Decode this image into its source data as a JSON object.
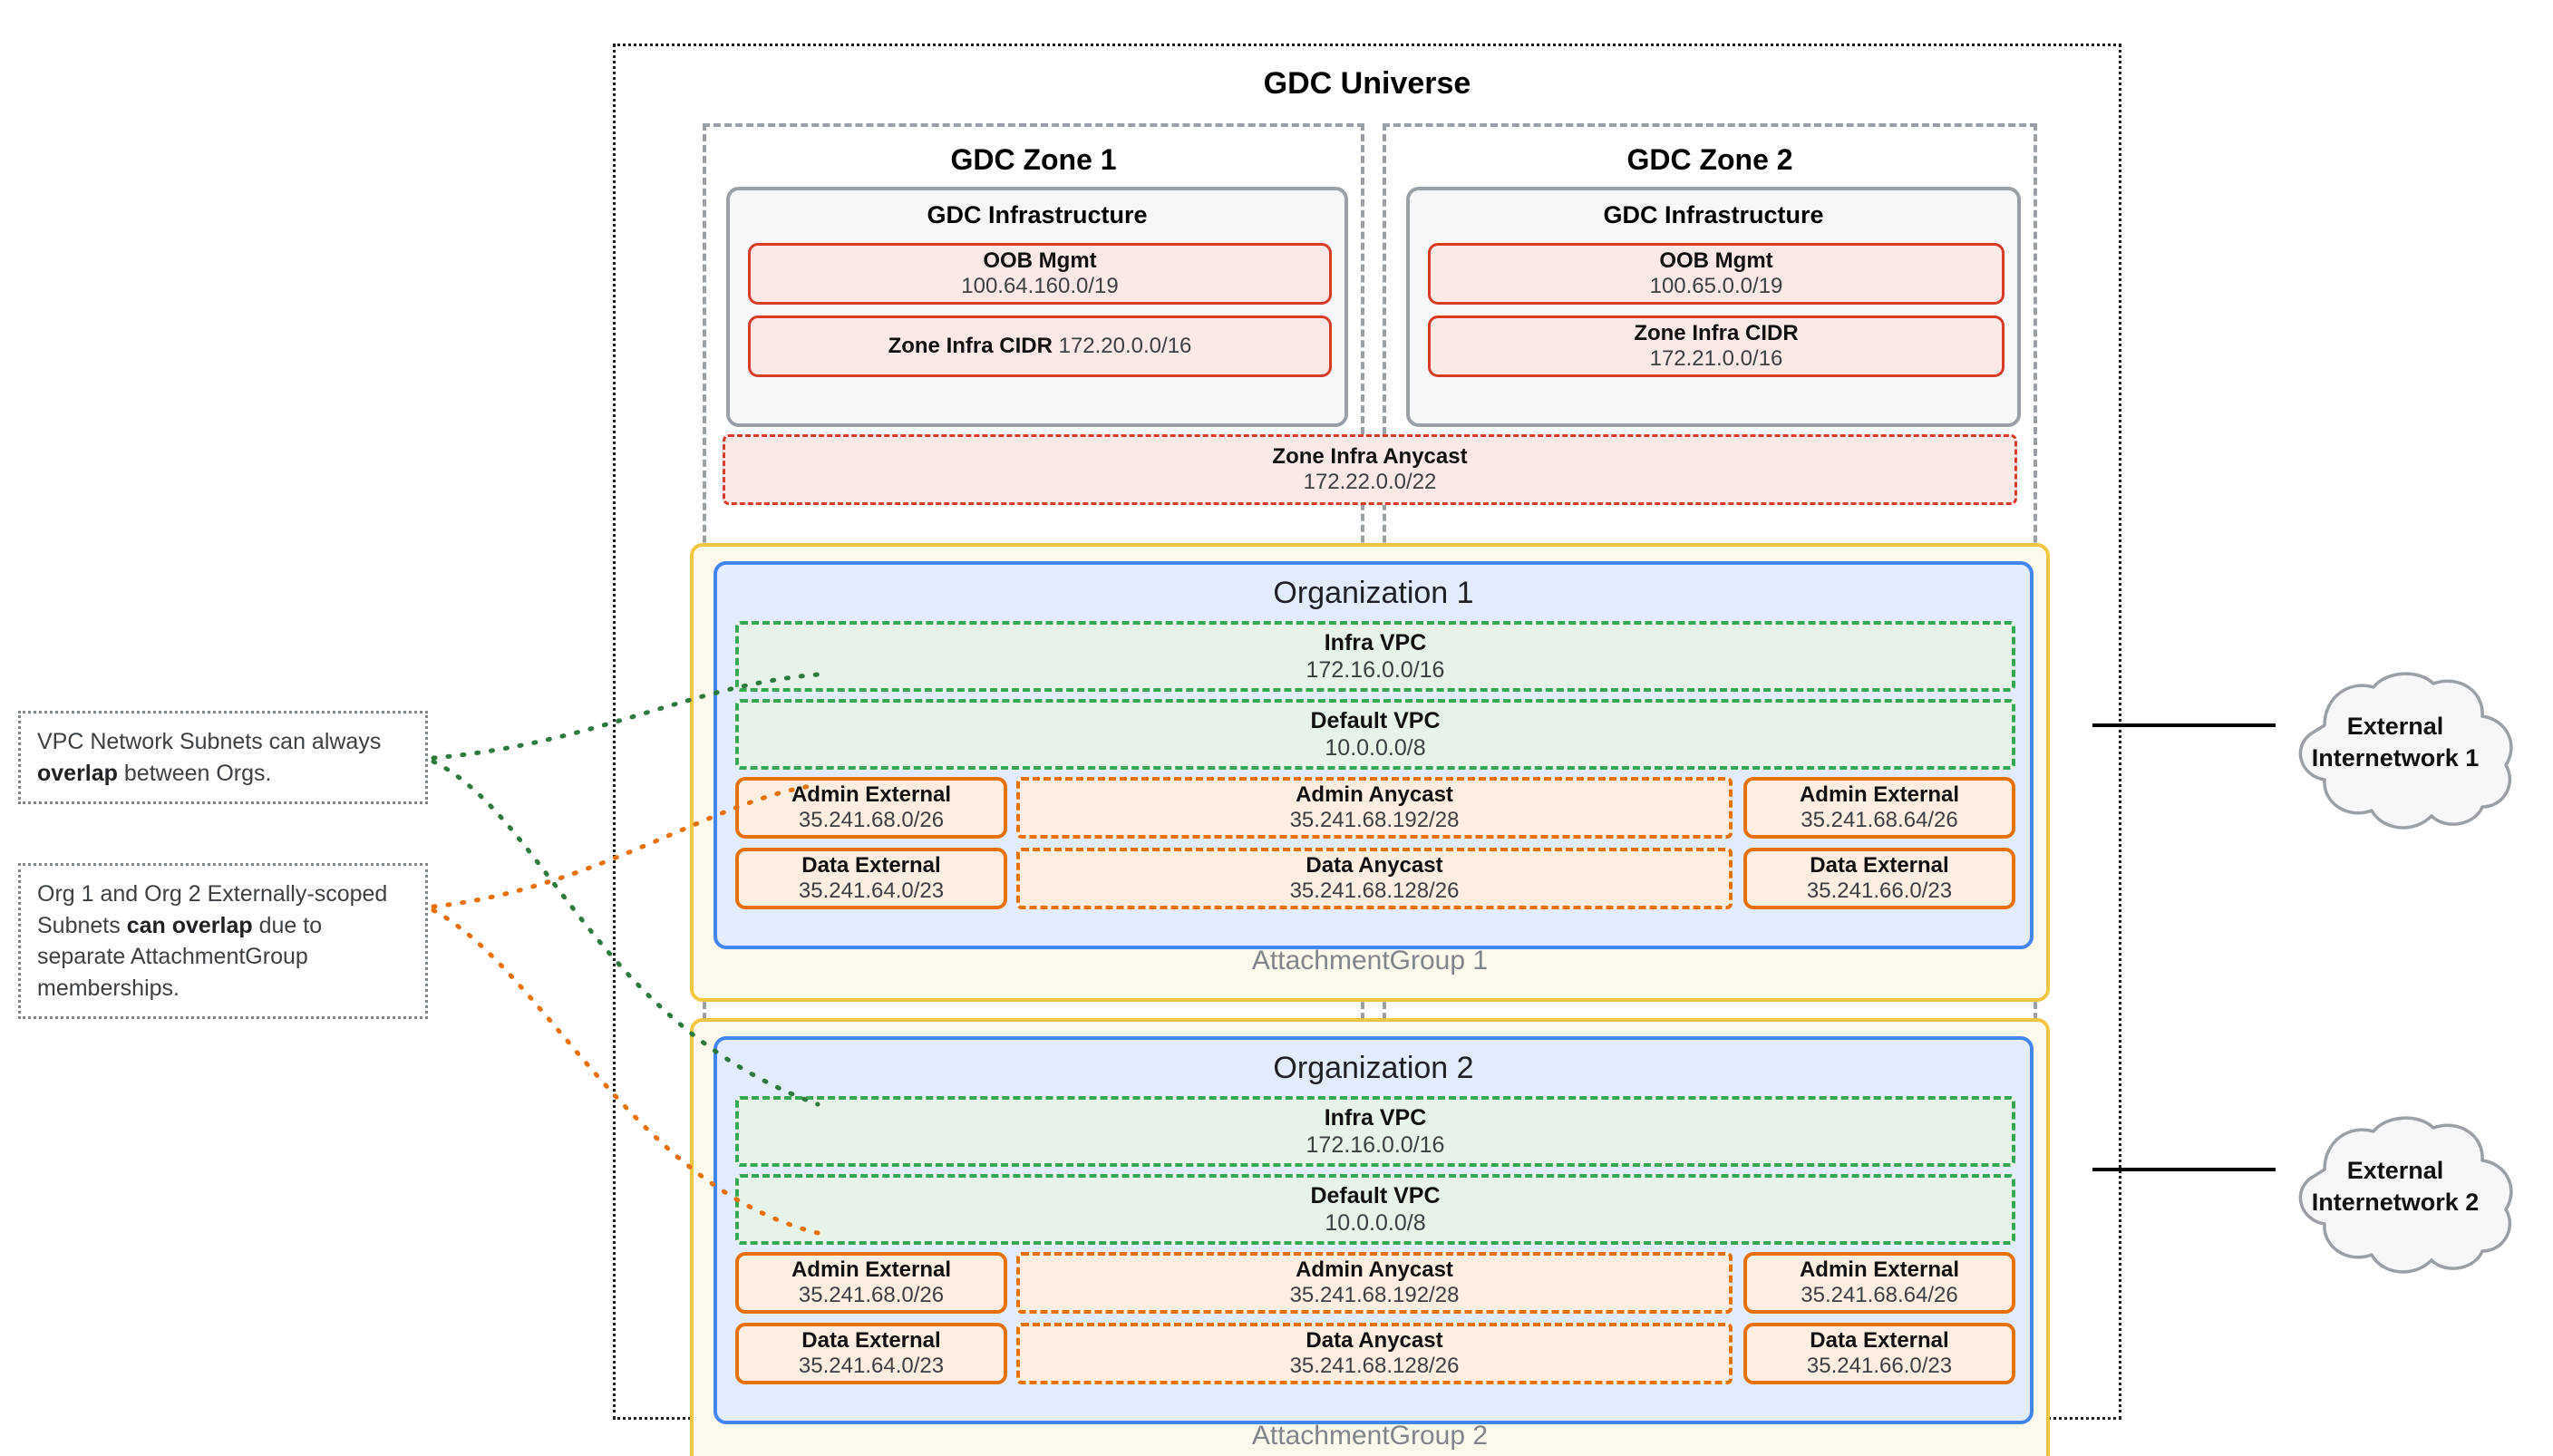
{
  "universe": {
    "title": "GDC Universe"
  },
  "zones": [
    {
      "title": "GDC Zone 1",
      "infra_title": "GDC Infrastructure",
      "oob": {
        "label": "OOB Mgmt",
        "cidr": "100.64.160.0/19"
      },
      "zone_infra_cidr": {
        "label": "Zone Infra CIDR",
        "cidr": "172.20.0.0/16",
        "inline": true
      }
    },
    {
      "title": "GDC Zone 2",
      "infra_title": "GDC Infrastructure",
      "oob": {
        "label": "OOB Mgmt",
        "cidr": "100.65.0.0/19"
      },
      "zone_infra_cidr": {
        "label": "Zone Infra CIDR",
        "cidr": "172.21.0.0/16",
        "inline": false
      }
    }
  ],
  "zone_infra_anycast": {
    "label": "Zone Infra Anycast",
    "cidr": "172.22.0.0/22"
  },
  "attachment_groups": [
    {
      "label": "AttachmentGroup 1",
      "org": {
        "title": "Organization 1",
        "vpcs": [
          {
            "label": "Infra VPC",
            "cidr": "172.16.0.0/16"
          },
          {
            "label": "Default VPC",
            "cidr": "10.0.0.0/8"
          }
        ],
        "subnets": {
          "admin_left": {
            "label": "Admin External",
            "cidr": "35.241.68.0/26"
          },
          "admin_mid": {
            "label": "Admin Anycast",
            "cidr": "35.241.68.192/28"
          },
          "admin_right": {
            "label": "Admin External",
            "cidr": "35.241.68.64/26"
          },
          "data_left": {
            "label": "Data External",
            "cidr": "35.241.64.0/23"
          },
          "data_mid": {
            "label": "Data Anycast",
            "cidr": "35.241.68.128/26"
          },
          "data_right": {
            "label": "Data External",
            "cidr": "35.241.66.0/23"
          }
        }
      }
    },
    {
      "label": "AttachmentGroup 2",
      "org": {
        "title": "Organization 2",
        "vpcs": [
          {
            "label": "Infra VPC",
            "cidr": "172.16.0.0/16"
          },
          {
            "label": "Default VPC",
            "cidr": "10.0.0.0/8"
          }
        ],
        "subnets": {
          "admin_left": {
            "label": "Admin External",
            "cidr": "35.241.68.0/26"
          },
          "admin_mid": {
            "label": "Admin Anycast",
            "cidr": "35.241.68.192/28"
          },
          "admin_right": {
            "label": "Admin External",
            "cidr": "35.241.68.64/26"
          },
          "data_left": {
            "label": "Data External",
            "cidr": "35.241.64.0/23"
          },
          "data_mid": {
            "label": "Data Anycast",
            "cidr": "35.241.68.128/26"
          },
          "data_right": {
            "label": "Data External",
            "cidr": "35.241.66.0/23"
          }
        }
      }
    }
  ],
  "notes": [
    {
      "pre": "VPC Network Subnets can always ",
      "strong": "overlap",
      "post": " between Orgs.",
      "connector_color": "#2d7a3e"
    },
    {
      "pre": "Org 1 and Org 2 Externally-scoped Subnets ",
      "strong": "can overlap",
      "post": " due to separate AttachmentGroup memberships.",
      "connector_color": "#e8710a"
    }
  ],
  "clouds": [
    {
      "line1": "External",
      "line2": "Internetwork 1"
    },
    {
      "line1": "External",
      "line2": "Internetwork 2"
    }
  ],
  "colors": {
    "universe_border": "#202124",
    "zone_border": "#9aa0a6",
    "infra_border": "#9aa0a6",
    "infra_fill": "#f5f7f9",
    "cidr_red_border": "#d93b29",
    "cidr_red_fill": "#fbe9e7",
    "attachment_border": "#f2c744",
    "attachment_fill": "#fdfaed",
    "org_border": "#4285f4",
    "org_fill": "#e3ecfd",
    "vpc_border": "#34a853",
    "vpc_fill": "#e7f2e9",
    "subnet_border": "#e8710a",
    "subnet_fill": "#fdeee1",
    "cloud_border": "#9aa0a6",
    "cloud_fill": "#f5f7f9",
    "note_border": "#80868b"
  }
}
